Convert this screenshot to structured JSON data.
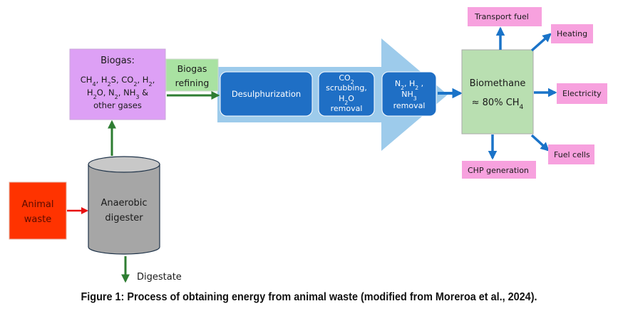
{
  "figure": {
    "caption": "Figure 1: Process of obtaining energy from animal waste (modified from Moreroa et al., 2024)."
  },
  "nodes": {
    "animal_waste": {
      "line1": "Animal",
      "line2": "waste",
      "color": "#FF3300"
    },
    "digester": {
      "line1": "Anaerobic",
      "line2": "digester",
      "color": "#A6A6A6"
    },
    "digestate": {
      "label": "Digestate"
    },
    "biogas": {
      "title": "Biogas:",
      "line1": [
        [
          "CH",
          "4"
        ],
        [
          ", H",
          "2"
        ],
        [
          "S, CO",
          "2"
        ],
        [
          ", H",
          "2"
        ],
        [
          ",",
          ""
        ]
      ],
      "line2": [
        [
          "H",
          "2"
        ],
        [
          "O, N",
          "2"
        ],
        [
          ", NH",
          "3"
        ],
        [
          " &",
          ""
        ]
      ],
      "line3": "other gases",
      "color": "#DDA0F5"
    },
    "biogas_refining": {
      "line1": "Biogas",
      "line2": "refining",
      "color": "#A9E2A2"
    },
    "desulphurization": {
      "label": "Desulphurization"
    },
    "co2_scrubbing": {
      "line1": [
        [
          "CO",
          "2"
        ]
      ],
      "line2": "scrubbing,",
      "line3": [
        [
          "H",
          "2"
        ],
        [
          "O",
          ""
        ]
      ],
      "line4": "removal"
    },
    "n2_removal": {
      "line1": [
        [
          "N",
          "2"
        ],
        [
          ", H",
          "2"
        ],
        [
          " ,",
          ""
        ]
      ],
      "line2": [
        [
          "NH",
          "3"
        ]
      ],
      "line3": "removal"
    },
    "biomethane": {
      "title": "Biomethane",
      "line2": [
        [
          "≈ 80% CH",
          "4"
        ]
      ],
      "color": "#B9DFB1"
    },
    "outputs": [
      {
        "id": "transport_fuel",
        "label": "Transport fuel"
      },
      {
        "id": "heating",
        "label": "Heating"
      },
      {
        "id": "electricity",
        "label": "Electricity"
      },
      {
        "id": "fuel_cells",
        "label": "Fuel cells"
      },
      {
        "id": "chp_generation",
        "label": "CHP generation"
      }
    ],
    "output_color": "#F7A1DE"
  },
  "colors": {
    "process_box": "#1F6FC5",
    "big_arrow": "#9DCBEB",
    "green_arrow": "#2E7D32",
    "red_arrow": "#E81010",
    "blue_arrow": "#1A73C8"
  }
}
